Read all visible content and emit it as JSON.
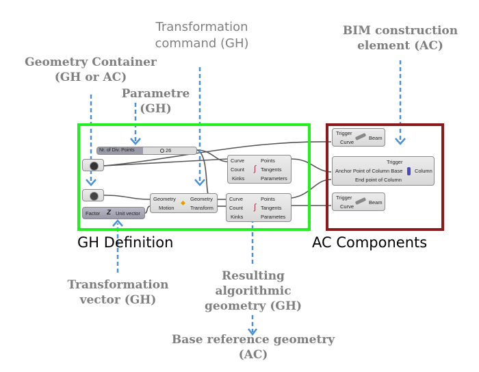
{
  "annotations": {
    "geometry_container": [
      "Geometry Container",
      "(GH or AC)"
    ],
    "parametre": [
      "Parametre",
      "(GH)"
    ],
    "transformation_command": [
      "Transformation",
      "command (GH)"
    ],
    "bim_element": [
      "BIM construction",
      "element (AC)"
    ],
    "transformation_vector": [
      "Transformation",
      "vector (GH)"
    ],
    "resulting_geometry": [
      "Resulting",
      "algorithmic",
      "geometry (GH)"
    ],
    "base_reference": [
      "Base reference geometry",
      "(AC)"
    ]
  },
  "groups": {
    "gh_definition": "GH Definition",
    "ac_components": "AC Components"
  },
  "colors": {
    "gh_frame": "#22ee22",
    "ac_frame": "#8c1a1a",
    "arrow": "#4a90d9",
    "annotation_text": "#7f7f7f"
  },
  "gh_components": {
    "slider": {
      "name": "Nr. of Div. Points",
      "value": "26"
    },
    "divide_curve_top": {
      "inputs": [
        "Curve",
        "Count",
        "Kinks"
      ],
      "outputs": [
        "Points",
        "Tangents",
        "Parameters"
      ]
    },
    "transform": {
      "inputs": [
        "Geometry",
        "Motion"
      ],
      "outputs": [
        "Geometry",
        "Transform"
      ]
    },
    "divide_curve_bottom": {
      "inputs": [
        "Curve",
        "Count",
        "Kinks"
      ],
      "outputs": [
        "Points",
        "Tangents",
        "Parametes"
      ]
    },
    "unit_vector": {
      "input": "Factor",
      "output": "Unit vector",
      "icon_text": "Z"
    }
  },
  "ac_components_nodes": {
    "beam_top": {
      "inputs": [
        "Trigger",
        "Curve"
      ],
      "output": "Beam"
    },
    "column": {
      "inputs": [
        "Trigger",
        "Anchor Point of Column Base",
        "End point of Column"
      ],
      "output": "Column"
    },
    "beam_bottom": {
      "inputs": [
        "Trigger",
        "Curve"
      ],
      "output": "Beam"
    }
  }
}
